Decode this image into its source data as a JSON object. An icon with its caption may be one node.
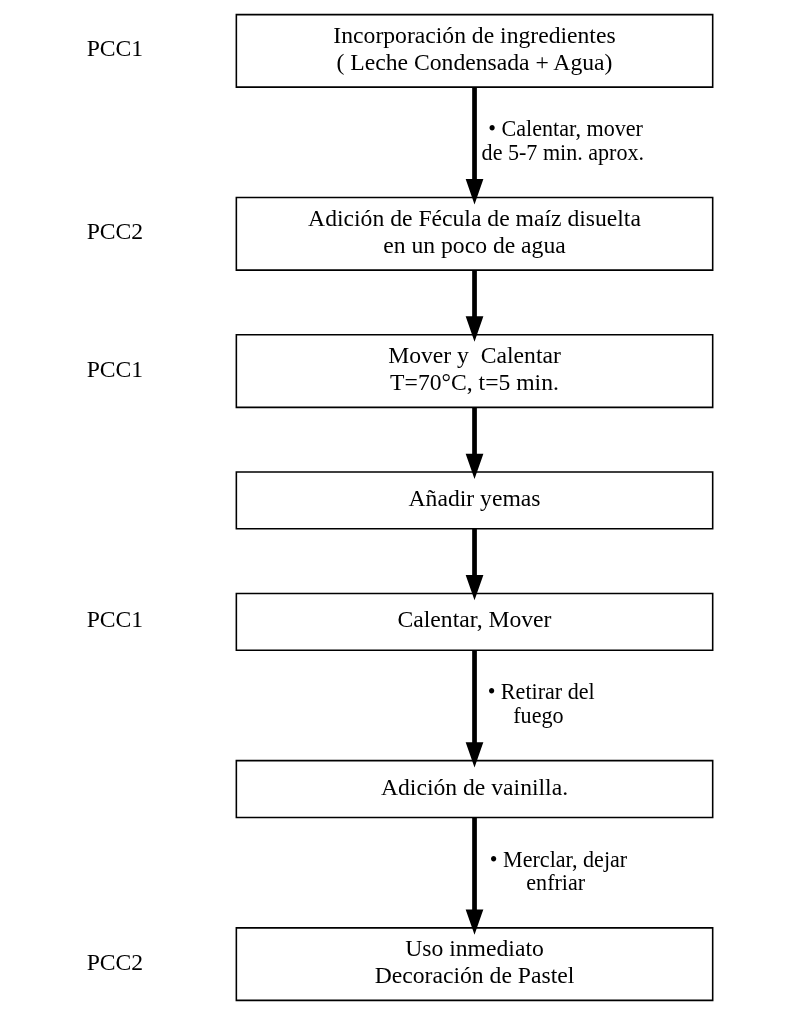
{
  "diagram": {
    "nodes": [
      {
        "text": [
          "Incorporación de ingredientes",
          "( Leche Condensada + Agua)"
        ],
        "beside": [
          "PCC1"
        ]
      },
      {
        "text": [
          "Adición de Fécula de maíz disuelta en un poco de agua"
        ],
        "beside": [
          "PCC2"
        ]
      },
      {
        "text": [
          "Mover y  Calentar",
          "T=70°C, t=5 min."
        ],
        "beside": [
          "PCC1"
        ]
      },
      {
        "text": [
          "Añadir yemas"
        ]
      },
      {
        "text": [
          "Calentar, Mover"
        ],
        "beside": [
          "PCC1"
        ]
      },
      {
        "text": [
          "Adición de vainilla."
        ]
      },
      {
        "text": [
          "Uso inmediato",
          "Decoración de Pastel"
        ],
        "beside": [
          "PCC2"
        ]
      }
    ],
    "edges": [
      {
        "from": 0,
        "to": 1,
        "arrow": "to",
        "label": "• Calentar, mover de 5-7 min. aprox."
      },
      {
        "from": 1,
        "to": 2,
        "arrow": "to"
      },
      {
        "from": 2,
        "to": 3,
        "arrow": "to"
      },
      {
        "from": 3,
        "to": 4,
        "arrow": "to"
      },
      {
        "from": 4,
        "to": 5,
        "arrow": "to",
        "label": "• Retirar del fuego"
      },
      {
        "from": 5,
        "to": 6,
        "arrow": "to",
        "label": "• Merclar, dejar enfriar"
      }
    ]
  }
}
